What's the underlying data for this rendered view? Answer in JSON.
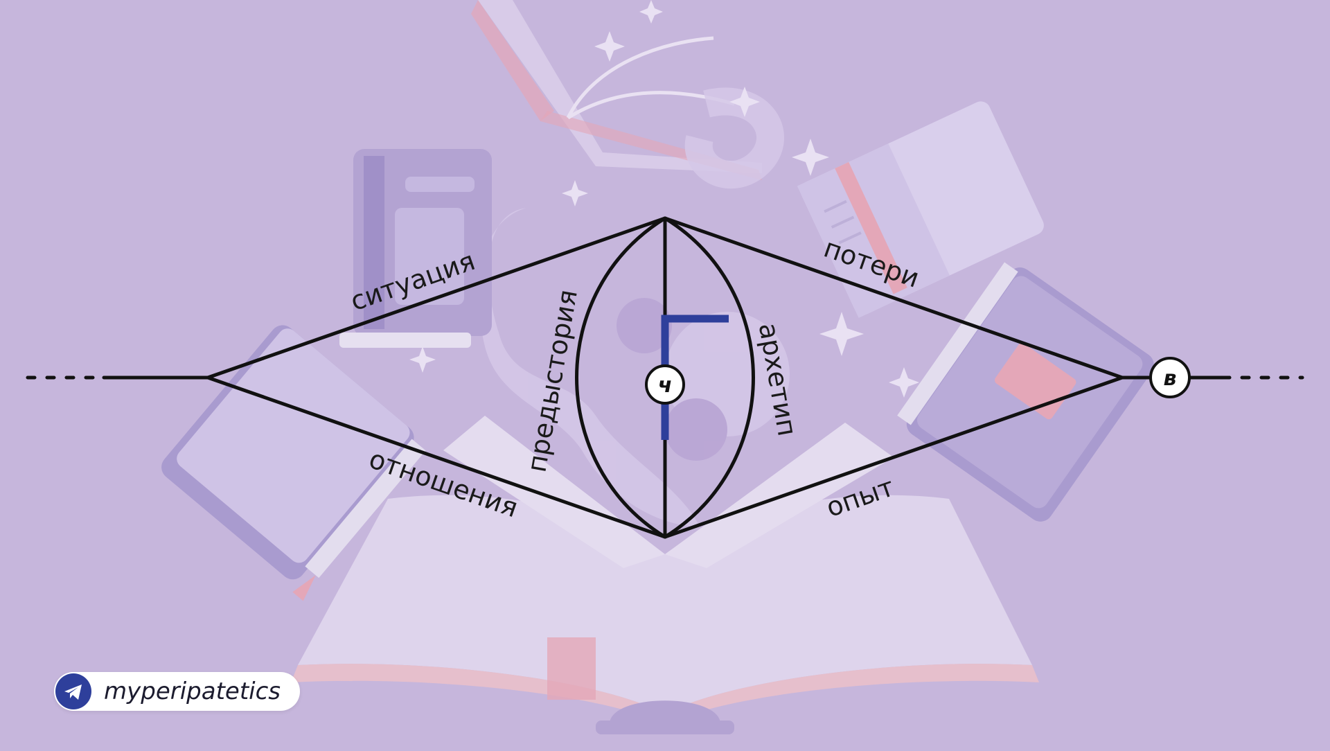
{
  "diagram": {
    "edge_labels": {
      "top_left": "ситуация",
      "bottom_left": "отношения",
      "top_right": "потери",
      "bottom_right": "опыт",
      "left_arc": "предыстория",
      "right_arc": "архетип"
    },
    "nodes": {
      "center": "ч",
      "right": "в"
    }
  },
  "badge": {
    "handle": "myperipatetics",
    "icon": "telegram-icon"
  },
  "colors": {
    "background": "#c6b6dc",
    "line": "#111111",
    "accent": "#2e3f9b",
    "node_fill": "#ffffff"
  }
}
